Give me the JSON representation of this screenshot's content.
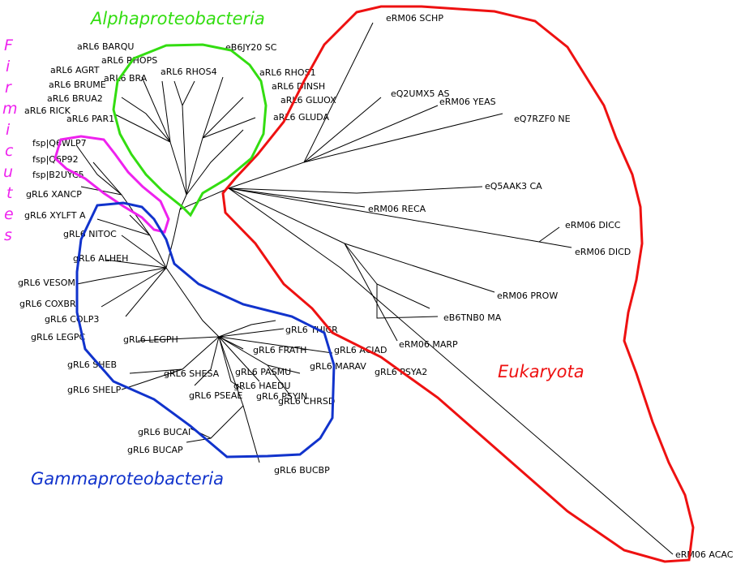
{
  "groups": {
    "alpha": {
      "label": "Alphaproteobacteria",
      "color": "#33dd11"
    },
    "firmicutes": {
      "label": "Firmicutes",
      "color": "#ee22ee"
    },
    "gamma": {
      "label": "Gammaproteobacteria",
      "color": "#1133cc"
    },
    "eukaryota": {
      "label": "Eukaryota",
      "color": "#ee1111"
    }
  },
  "firmicutes_letters": [
    "F",
    "i",
    "r",
    "m",
    "i",
    "c",
    "u",
    "t",
    "e",
    "s"
  ],
  "eukaryota_leaves": [
    "eRM06 SCHP",
    "eQ2UMX5 AS",
    "eRM06 YEAS",
    "eQ7RZF0 NE",
    "eQ5AAK3 CA",
    "eRM06 RECA",
    "eRM06 DICC",
    "eRM06 DICD",
    "eRM06 PROW",
    "eB6TNB0 MA",
    "eRM06 MARP",
    "eRM06 ACAC"
  ],
  "alpha_leaves": [
    "aRL6 BARQU",
    "aRL6 RHOPS",
    "aRL6 BRA",
    "aRL6 RHOS4",
    "aRL6 RHOS1",
    "eB6JY20 SC",
    "aRL6 DINSH",
    "aRL6 GLUOX",
    "aRL6 GLUDA",
    "aRL6 AGRT",
    "aRL6 BRUME",
    "aRL6 BRUA2",
    "aRL6 PAR1",
    "aRL6 RICK"
  ],
  "firmicutes_leaves": [
    "fsp|Q6WLP7",
    "fsp|B2UYC5",
    "fsp|Q6P92"
  ],
  "gamma_leaves": [
    "gRL6 XANCP",
    "gRL6 XYLFT A",
    "gRL6 NITOC",
    "gRL6 ALHEH",
    "gRL6 VESOM",
    "gRL6 COXBR",
    "gRL6 COLP3",
    "gRL6 LEGPC",
    "gRL6 LEGPH",
    "gRL6 SHEB",
    "gRL6 SHELP",
    "gRL6 SHESA",
    "gRL6 THICR",
    "gRL6 FRATH",
    "gRL6 PASMU",
    "gRL6 HAEDU",
    "gRL6 PSYIN",
    "gRL6 CHRSD",
    "gRL6 MARAV",
    "gRL6 PSYA2",
    "gRL6 PSEAE",
    "gRL6 BUCAI",
    "gRL6 BUCAP",
    "gRL6 BUCBP",
    "gRL6 ACIAD"
  ]
}
